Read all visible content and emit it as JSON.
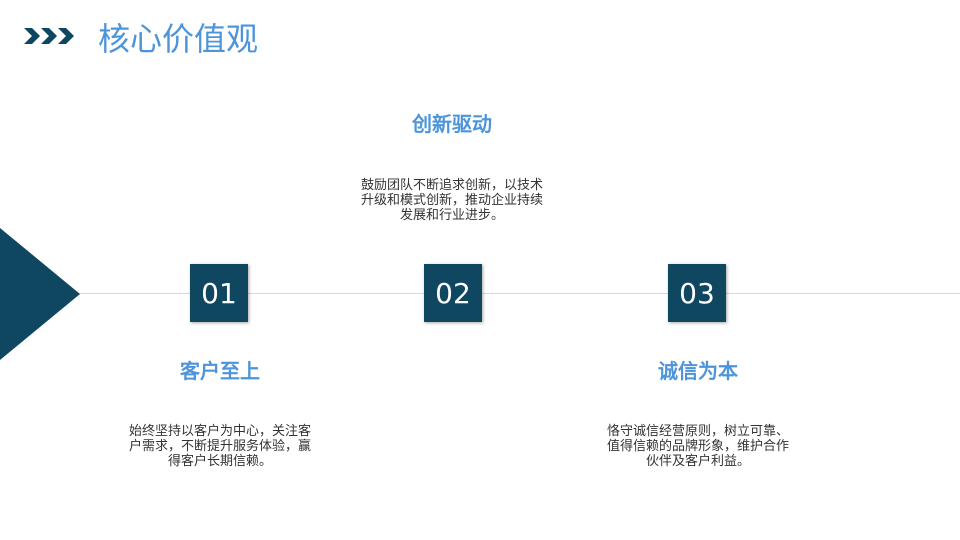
{
  "title": "核心价值观",
  "colors": {
    "navy": "#0f4761",
    "accent": "#4d94db"
  },
  "items": [
    {
      "num": "01",
      "heading": "客户至上",
      "lines": [
        "始终坚持以客户为中心，关注客",
        "户需求，不断提升服务体验，赢",
        "得客户长期信赖。"
      ]
    },
    {
      "num": "02",
      "heading": "创新驱动",
      "lines": [
        "鼓励团队不断追求创新，以技术",
        "升级和模式创新，推动企业持续",
        "发展和行业进步。"
      ]
    },
    {
      "num": "03",
      "heading": "诚信为本",
      "lines": [
        "恪守诚信经营原则，树立可靠、",
        "值得信赖的品牌形象，维护合作",
        "伙伴及客户利益。"
      ]
    }
  ]
}
